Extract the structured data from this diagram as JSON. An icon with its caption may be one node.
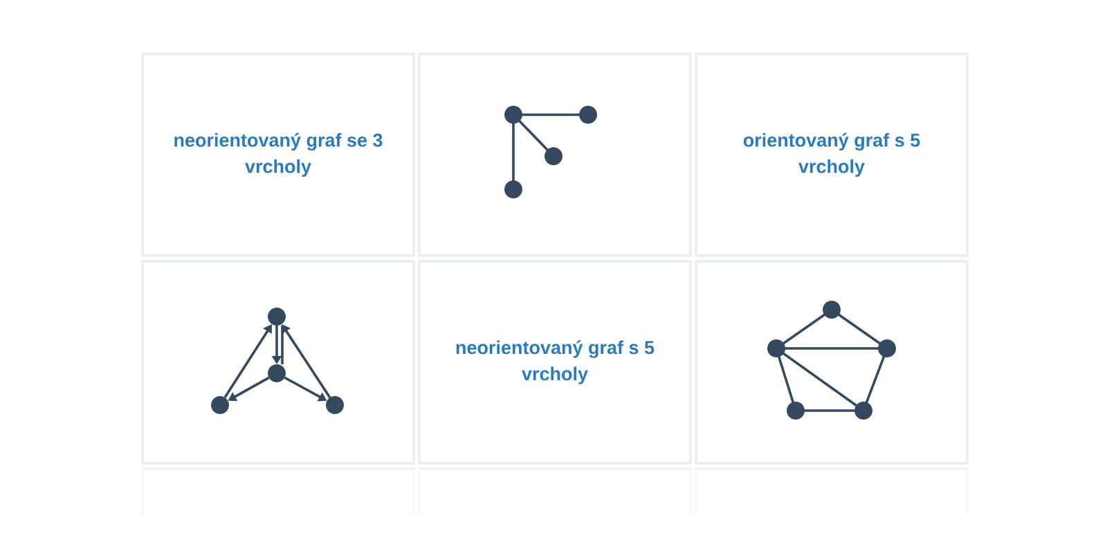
{
  "diagram": {
    "nodes": [
      {
        "text": [
          "neorientovaný graf se 3 vrcholy"
        ]
      },
      {
        "text": [],
        "shape": "picture"
      },
      {
        "text": [
          "orientovaný graf s 5 vrcholy"
        ]
      },
      {
        "text": [],
        "shape": "picture"
      },
      {
        "text": [
          "neorientovaný graf s 5 vrcholy"
        ]
      },
      {
        "text": [],
        "shape": "picture"
      }
    ]
  }
}
